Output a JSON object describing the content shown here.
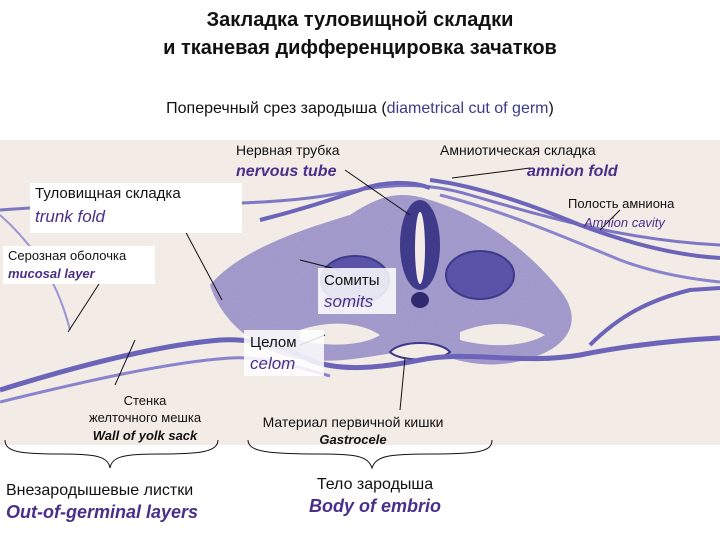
{
  "title": {
    "line1": "Закладка туловищной складки",
    "line2": "и тканевая дифференцировка зачатков"
  },
  "subtitle": {
    "ru": "Поперечный срез зародыша (",
    "en": "diametrical cut of germ",
    "close": ")"
  },
  "labels": {
    "neural_tube_ru": "Нервная трубка",
    "neural_tube_en": "nervous tube",
    "amnion_fold_ru": "Амниотическая складка",
    "amnion_fold_en": "amnion fold",
    "trunk_fold_ru": "Туловищная складка",
    "trunk_fold_en": "trunk fold",
    "amnion_cavity_ru": "Полость амниона",
    "amnion_cavity_en": "Amnion cavity",
    "serous_ru": "Серозная оболочка",
    "serous_en": "mucosal layer",
    "somites_ru": "Сомиты",
    "somites_en": "somits",
    "celom_ru": "Целом",
    "celom_en": "celom",
    "yolk_wall_ru_1": "Стенка",
    "yolk_wall_ru_2": "желточного мешка",
    "yolk_wall_en": "Wall of yolk sack",
    "gut_ru": "Материал первичной кишки",
    "gut_en": "Gastrocele",
    "extra_ru": "Внезародышевые листки",
    "extra_en": "Out-of-germinal layers",
    "body_ru": "Тело зародыша",
    "body_en": "Body of embrio"
  },
  "colors": {
    "tissue": "#6b64b8",
    "tissue_dark": "#3f3a8a",
    "background": "#f2ebe6",
    "label_en": "#4a2f8a"
  }
}
